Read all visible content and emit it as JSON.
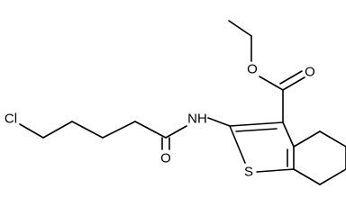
{
  "molecule": {
    "atoms": {
      "chlorine": "Cl",
      "amide_nitrogen": "NH",
      "amide_oxygen": "O",
      "ester_carbonyl_oxygen": "O",
      "ester_ether_oxygen": "O",
      "sulfur": "S"
    },
    "colors": {
      "bond": "#000000",
      "label": "#000000",
      "background": "#ffffff"
    }
  }
}
